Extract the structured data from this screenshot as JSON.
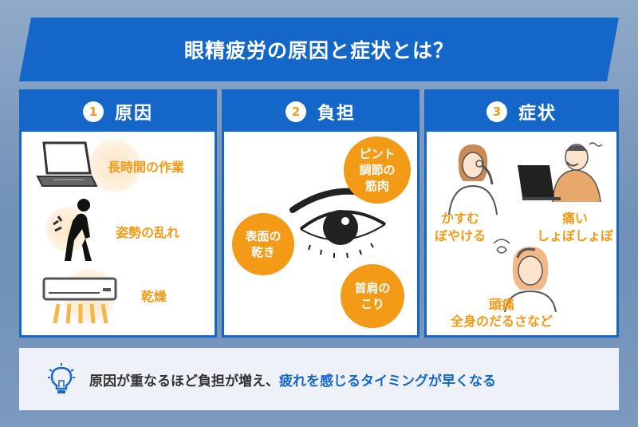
{
  "title": "眼精疲労の原因と症状とは？",
  "panels": [
    {
      "number": "1",
      "label": "原因",
      "items": [
        "長時間の作業",
        "姿勢の乱れ",
        "乾燥"
      ]
    },
    {
      "number": "2",
      "label": "負担",
      "bubbles": [
        "ピント\n調節の\n筋肉",
        "表面の\n乾き",
        "首肩の\nこり"
      ]
    },
    {
      "number": "3",
      "label": "症状",
      "symptoms": [
        "かすむ\nぼやける",
        "痛い\nしょぼしょぼ",
        "頭痛\n全身のだるさなど"
      ]
    }
  ],
  "bottom": {
    "part1": "原因が重なるほど負担が増え、",
    "part2": "疲れを感じるタイミングが早くなる"
  },
  "colors": {
    "blue": "#1466c8",
    "orange": "#f39a16"
  },
  "icons": [
    "laptop-icon",
    "back-pain-person-icon",
    "air-conditioner-icon",
    "eye-icon",
    "woman-rubbing-eyes-icon",
    "man-at-laptop-icon",
    "woman-headache-icon",
    "lightbulb-icon"
  ]
}
